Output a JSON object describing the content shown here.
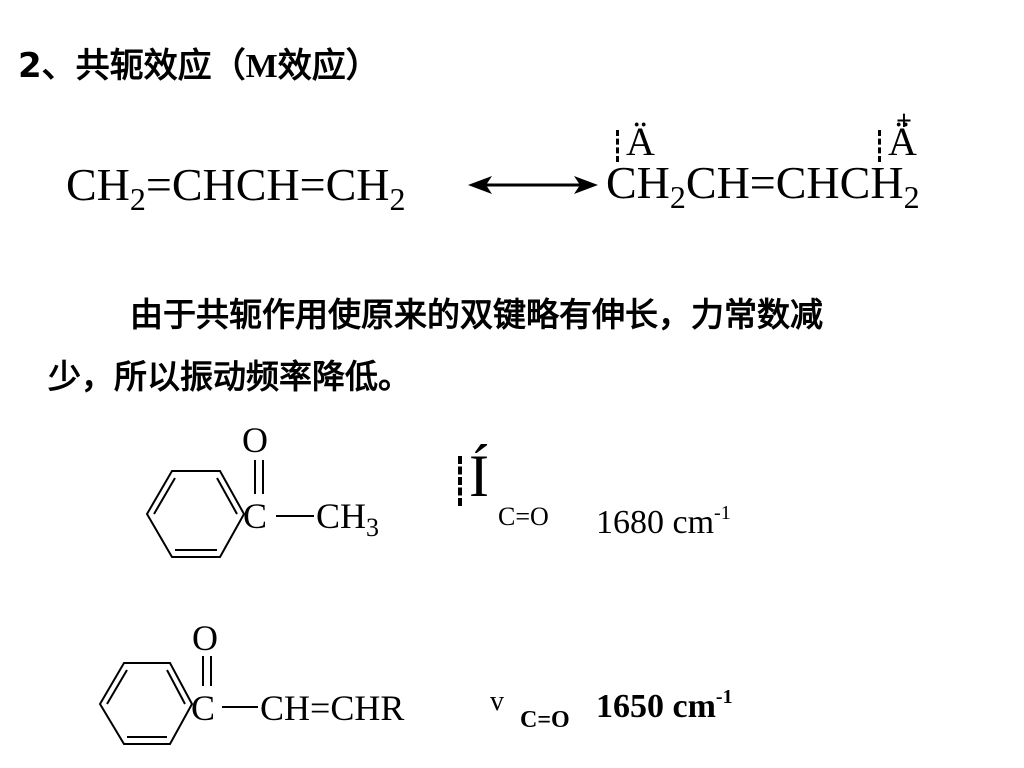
{
  "heading": {
    "prefix": "2、共轭效应（",
    "m": "M",
    "suffix": "效应）"
  },
  "resonance": {
    "left": {
      "a": "CH",
      "s1": "2",
      "b": "=CHCH=CH",
      "s2": "2"
    },
    "right": {
      "a": "CH",
      "s1": "2",
      "b": "CH=CHCH",
      "s2": "2"
    },
    "glyph_a": "Ä",
    "glyph_b": "Ä"
  },
  "paragraph": {
    "line1": "由于共轭作用使原来的双键略有伸长，力常数减",
    "line2": "少，所以振动频率降低。"
  },
  "example1": {
    "o": "O",
    "c": "C",
    "ch3": "CH",
    "ch3_sub": "3",
    "nu_symbol": "Í",
    "nu_sub": "C=O",
    "value": "1680 cm",
    "sup": "-1"
  },
  "example2": {
    "o": "O",
    "c": "C",
    "chain": "CH=CHR",
    "nu_symbol": "v",
    "nu_sub": "C=O",
    "value": "1650 cm",
    "sup": "-1"
  }
}
